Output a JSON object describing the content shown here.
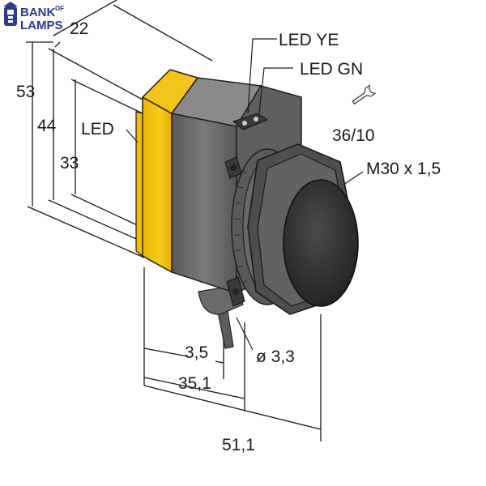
{
  "logo": {
    "line1": "BANK",
    "line1_sup": "OF",
    "line2": "LAMPS",
    "color": "#2a3a8c"
  },
  "colors": {
    "housing": "#6e6e6e",
    "housing_dark": "#4a4a4a",
    "cap": "#f6c514",
    "cap_dark": "#d9a800",
    "lens": "#2b2b2b",
    "nut": "#5a5a5a"
  },
  "labels": {
    "led_ye": "LED YE",
    "led_gn": "LED GN",
    "led": "LED",
    "wrench_size": "36/10",
    "thread": "M30 x 1,5",
    "hole_diameter": "ø 3,3"
  },
  "dimensions": {
    "width_top": "22",
    "height_total": "53",
    "height_mid": "44",
    "height_inner": "33",
    "offset_small": "3,5",
    "depth_mid": "35,1",
    "depth_total": "51,1"
  },
  "icons": {
    "wrench": "wrench-icon",
    "logo": "lamp-logo-icon"
  }
}
